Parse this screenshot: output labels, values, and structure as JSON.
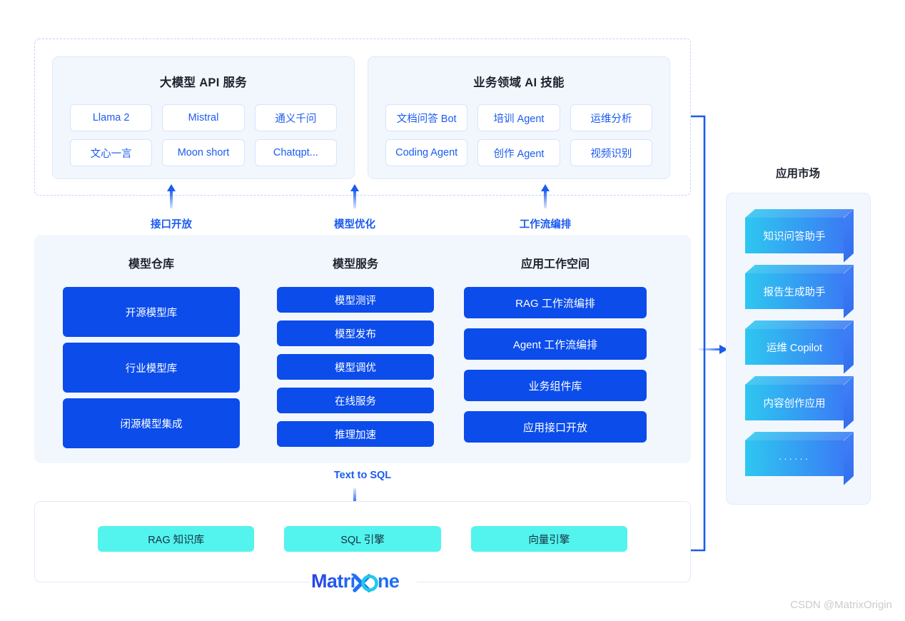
{
  "top_region": {
    "panels": [
      {
        "title": "大模型 API 服务",
        "chips": [
          "Llama 2",
          "Mistral",
          "通义千问",
          "文心一言",
          "Moon short",
          "Chatqpt..."
        ]
      },
      {
        "title": "业务领域 AI 技能",
        "chips": [
          "文档问答 Bot",
          "培训 Agent",
          "运维分析",
          "Coding Agent",
          "创作 Agent",
          "视频识别"
        ]
      }
    ]
  },
  "connector_labels": [
    {
      "text": "接口开放"
    },
    {
      "text": "模型优化"
    },
    {
      "text": "工作流编排"
    }
  ],
  "platform": {
    "columns": [
      {
        "title": "模型仓库",
        "items": [
          "开源模型库",
          "行业模型库",
          "闭源模型集成"
        ]
      },
      {
        "title": "模型服务",
        "items": [
          "模型测评",
          "模型发布",
          "模型调优",
          "在线服务",
          "推理加速"
        ]
      },
      {
        "title": "应用工作空间",
        "items": [
          "RAG 工作流编排",
          "Agent 工作流编排",
          "业务组件库",
          "应用接口开放"
        ]
      }
    ]
  },
  "text_to_sql_label": "Text to SQL",
  "engine": {
    "items": [
      "RAG 知识库",
      "SQL 引擎",
      "向量引擎"
    ],
    "logo_text": "MatrixOne",
    "logo_parts": {
      "prefix": "Matri",
      "x": "x",
      "o": "O",
      "suffix": "ne"
    }
  },
  "market": {
    "title": "应用市场",
    "cards": [
      "知识问答助手",
      "报告生成助手",
      "运维 Copilot",
      "内容创作应用",
      "······"
    ]
  },
  "watermark": "CSDN @MatrixOrigin",
  "colors": {
    "primary_blue": "#0b4ceb",
    "link_blue": "#1b5cf0",
    "panel_bg": "#f2f7fe",
    "cyan": "#53f3ee",
    "cube_cyan": "#2ec7f0",
    "cube_blue": "#3a7cf5",
    "watermark_gray": "#c9ccd1"
  }
}
